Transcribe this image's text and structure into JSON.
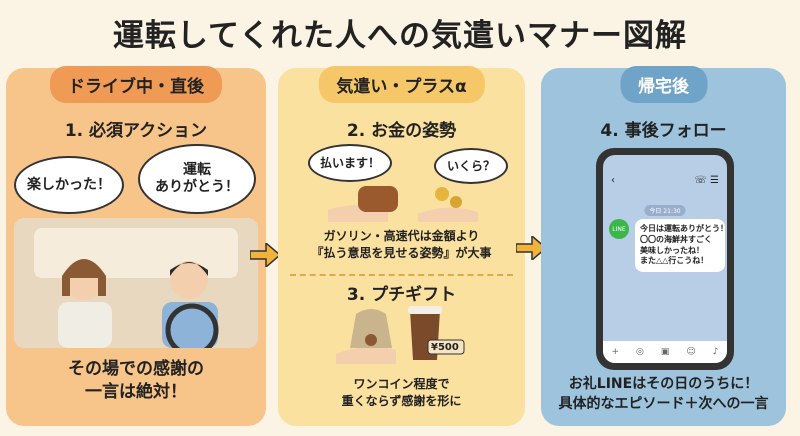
{
  "title": "運転してくれた人への気遣いマナー図解",
  "panels": [
    {
      "header": "ドライブ中・直後",
      "heading": "1. 必須アクション",
      "bubbles": [
        "楽しかった！",
        "運転\nありがとう！"
      ],
      "caption": "その場での感謝の\n一言は絶対！"
    },
    {
      "header": "気遣い・プラスα",
      "heading": "2. お金の姿勢",
      "bubbles": [
        "払います！",
        "いくら？"
      ],
      "caption": "ガソリン・高速代は金額より\n『払う意思を見せる姿勢』が大事",
      "heading2": "3. プチギフト",
      "price_tag": "¥500",
      "caption2": "ワンコイン程度で\n重くならず感謝を形に"
    },
    {
      "header": "帰宅後",
      "heading": "4. 事後フォロー",
      "phone": {
        "time": "今日 21:30",
        "app_icon": "LINE",
        "message": "今日は運転ありがとう！\n〇〇の海鮮丼すごく\n美味しかったね！\nまた△△行こうね！"
      },
      "caption": "お礼LINEはその日のうちに！\n具体的なエピソード＋次への一言"
    }
  ]
}
